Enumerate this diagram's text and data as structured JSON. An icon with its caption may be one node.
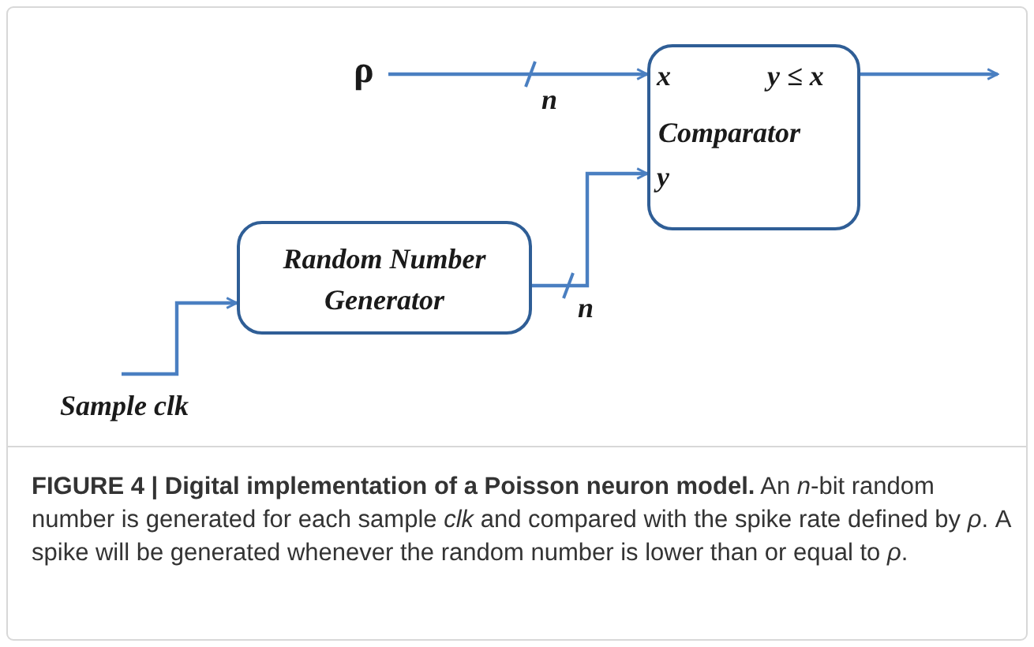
{
  "diagram": {
    "nodes": [
      {
        "text": [
          "ρ"
        ]
      },
      {
        "text": [
          "x",
          "y ≤ x",
          "Comparator",
          "y"
        ]
      },
      {
        "text": [
          "Random Number Generator"
        ]
      },
      {
        "text": [
          "Sample clk"
        ]
      }
    ],
    "edges": [
      {
        "from": 0,
        "to": 1,
        "arrow": "to",
        "label": "n"
      },
      {
        "from": 2,
        "to": 1,
        "arrow": "to",
        "label": "n"
      },
      {
        "from": 3,
        "to": 2,
        "arrow": "to"
      },
      {
        "from": 1,
        "to": null,
        "arrow": "to"
      }
    ],
    "caption": "**FIGURE 4 | Digital implementation of a Poisson neuron model.** An *n*-bit random number is generated for each sample *clk* and compared with the spike rate defined by *ρ*. A spike will be generated whenever the random number is lower than or equal to *ρ*."
  }
}
